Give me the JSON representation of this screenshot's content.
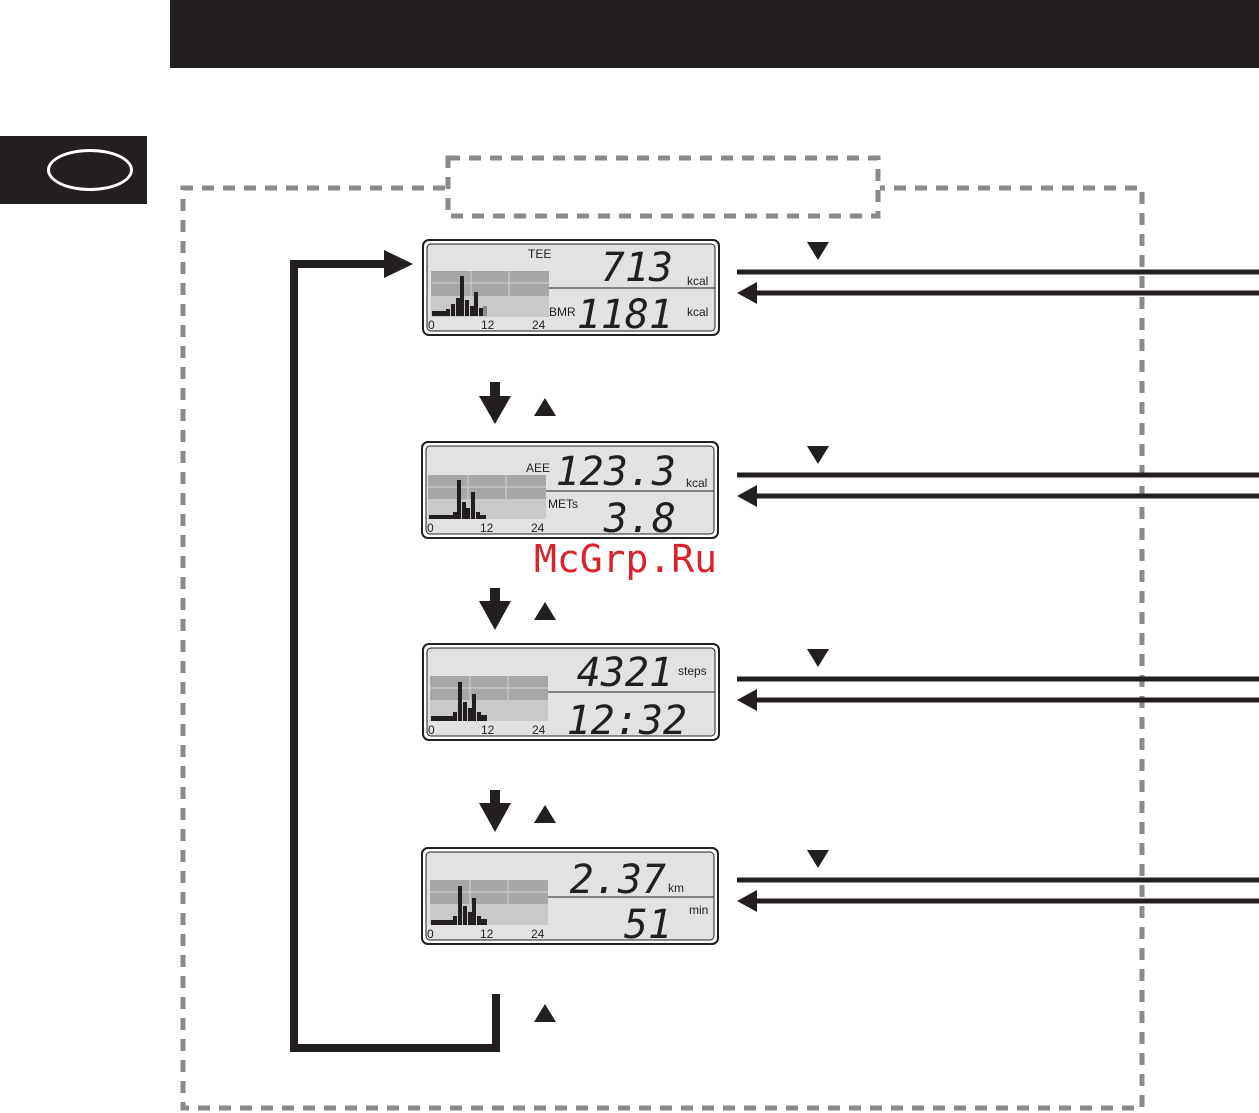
{
  "colors": {
    "ink": "#231f20",
    "lcd_bg": "#e2e2e2",
    "dashed": "#8a8a8a",
    "watermark": "#d9232d"
  },
  "screens": [
    {
      "top_label": "TEE",
      "top_value": "713",
      "top_unit": "kcal",
      "bottom_label": "BMR",
      "bottom_value": "1181",
      "bottom_unit": "kcal",
      "axis": [
        "0",
        "12",
        "24"
      ]
    },
    {
      "top_label": "AEE",
      "top_value": "123.3",
      "top_unit": "kcal",
      "bottom_label": "METs",
      "bottom_value": "3.8",
      "bottom_unit": "",
      "axis": [
        "0",
        "12",
        "24"
      ]
    },
    {
      "top_label": "",
      "top_value": "4321",
      "top_unit": "steps",
      "bottom_label": "",
      "bottom_value": "12:32",
      "bottom_unit": "",
      "axis": [
        "0",
        "12",
        "24"
      ]
    },
    {
      "top_label": "",
      "top_value": "2.37",
      "top_unit": "km",
      "bottom_label": "",
      "bottom_value": "51",
      "bottom_unit": "min",
      "axis": [
        "0",
        "12",
        "24"
      ]
    }
  ],
  "watermark": "McGrp.Ru"
}
